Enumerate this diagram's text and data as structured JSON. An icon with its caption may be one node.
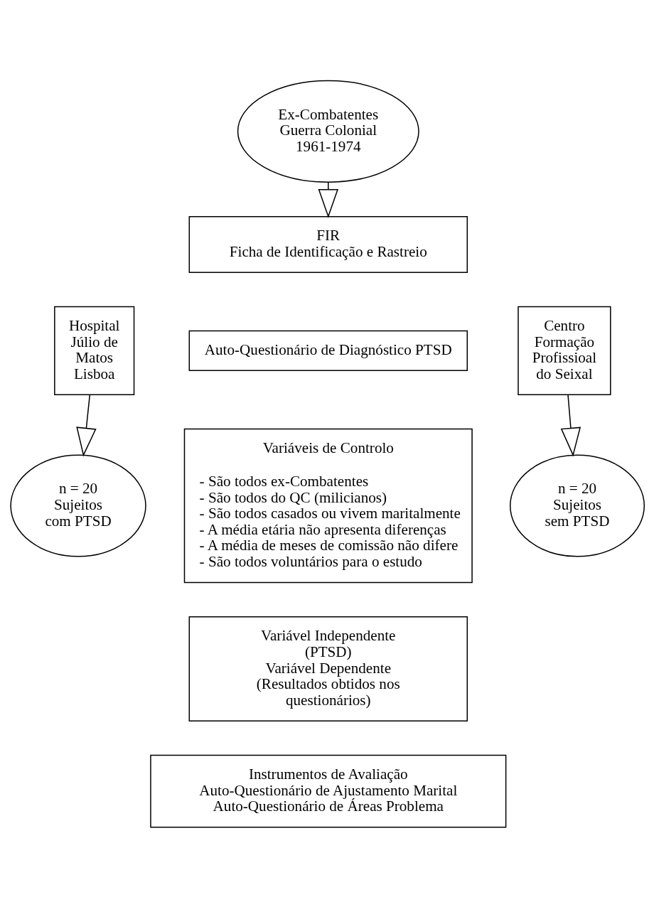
{
  "diagram": {
    "nodes": [
      {
        "text": [
          "Ex-Combatentes Guerra Colonial 1961-1974"
        ]
      },
      {
        "text": [
          "FIR",
          "Ficha de Identificação e Rastreio"
        ]
      },
      {
        "text": [
          "Hospital Júlio de Matos",
          "Lisboa"
        ]
      },
      {
        "text": [
          "Auto-Questionário de Diagnóstico PTSD"
        ]
      },
      {
        "text": [
          "Centro Formação Profissioal do Seixal"
        ]
      },
      {
        "text": [
          "Variáveis de Controlo",
          "- São todos ex-Combatentes",
          "- São todos do QC (milicianos)",
          "- São todos casados ou vivem maritalmente",
          "- A média etária não apresenta diferenças",
          "- A média de meses de comissão não difere",
          "- São todos voluntários para o estudo"
        ]
      },
      {
        "text": [
          "n = 20 Sujeitos com PTSD"
        ]
      },
      {
        "text": [
          "n = 20 Sujeitos sem PTSD"
        ]
      },
      {
        "text": [
          "Variável Independente",
          "(PTSD)",
          "Variável Dependente",
          "(Resultados obtidos nos questionários)"
        ]
      },
      {
        "text": [
          "Instrumentos de Avaliação",
          "Auto-Questionário de Ajustamento Marital",
          "Auto-Questionário de Áreas Problema"
        ]
      }
    ],
    "edges": [
      {
        "from": 0,
        "to": 1,
        "arrow": "to"
      },
      {
        "from": 2,
        "to": 6,
        "arrow": "to"
      },
      {
        "from": 4,
        "to": 7,
        "arrow": "to"
      }
    ]
  }
}
